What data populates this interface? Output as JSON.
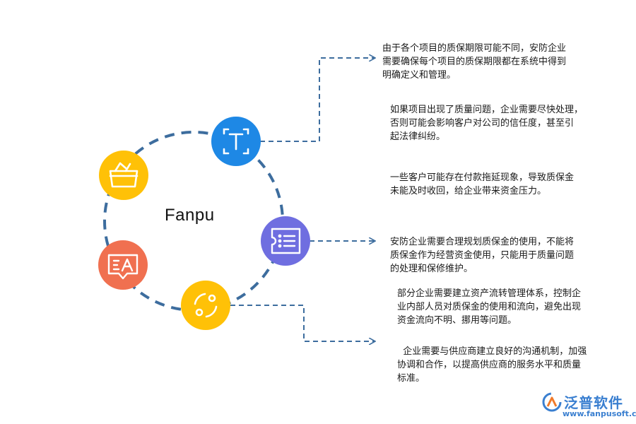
{
  "center": {
    "label": "Fanpu"
  },
  "colors": {
    "ring": "#3d6d9e",
    "connector": "#3d6d9e",
    "blue": "#1e88e5",
    "yellow": "#ffc107",
    "purple": "#6f6ee0",
    "orange": "#f07050",
    "brand": "#3a7fd0"
  },
  "nodes": [
    {
      "name": "text-icon-node",
      "icon": "text-frame-icon",
      "color": "#1e88e5"
    },
    {
      "name": "list-icon-node",
      "icon": "list-panel-icon",
      "color": "#6f6ee0"
    },
    {
      "name": "cycle-icon-node",
      "icon": "cycle-icon",
      "color": "#ffc107"
    },
    {
      "name": "message-icon-node",
      "icon": "message-translate-icon",
      "color": "#f07050"
    },
    {
      "name": "basket-icon-node",
      "icon": "basket-icon",
      "color": "#ffc107"
    }
  ],
  "notes": [
    "由于各个项目的质保期限可能不同，安防企业\n需要确保每个项目的质保期限都在系统中得到\n明确定义和管理。",
    "如果项目出现了质量问题，企业需要尽快处理，\n否则可能会影响客户对公司的信任度，甚至引\n起法律纠纷。",
    "一些客户可能存在付款拖延现象，导致质保金\n未能及时收回，给企业带来资金压力。",
    "安防企业需要合理规划质保金的使用，不能将\n质保金作为经营资金使用，只能用于质量问题\n的处理和保修维护。",
    "部分企业需要建立资产流转管理体系，控制企\n业内部人员对质保金的使用和流向，避免出现\n资金流向不明、挪用等问题。",
    "  企业需要与供应商建立良好的沟通机制，加强\n协调和合作，以提高供应商的服务水平和质量\n标准。"
  ],
  "brand": {
    "name": "泛普软件",
    "url": "www.fanpusoft.com"
  }
}
